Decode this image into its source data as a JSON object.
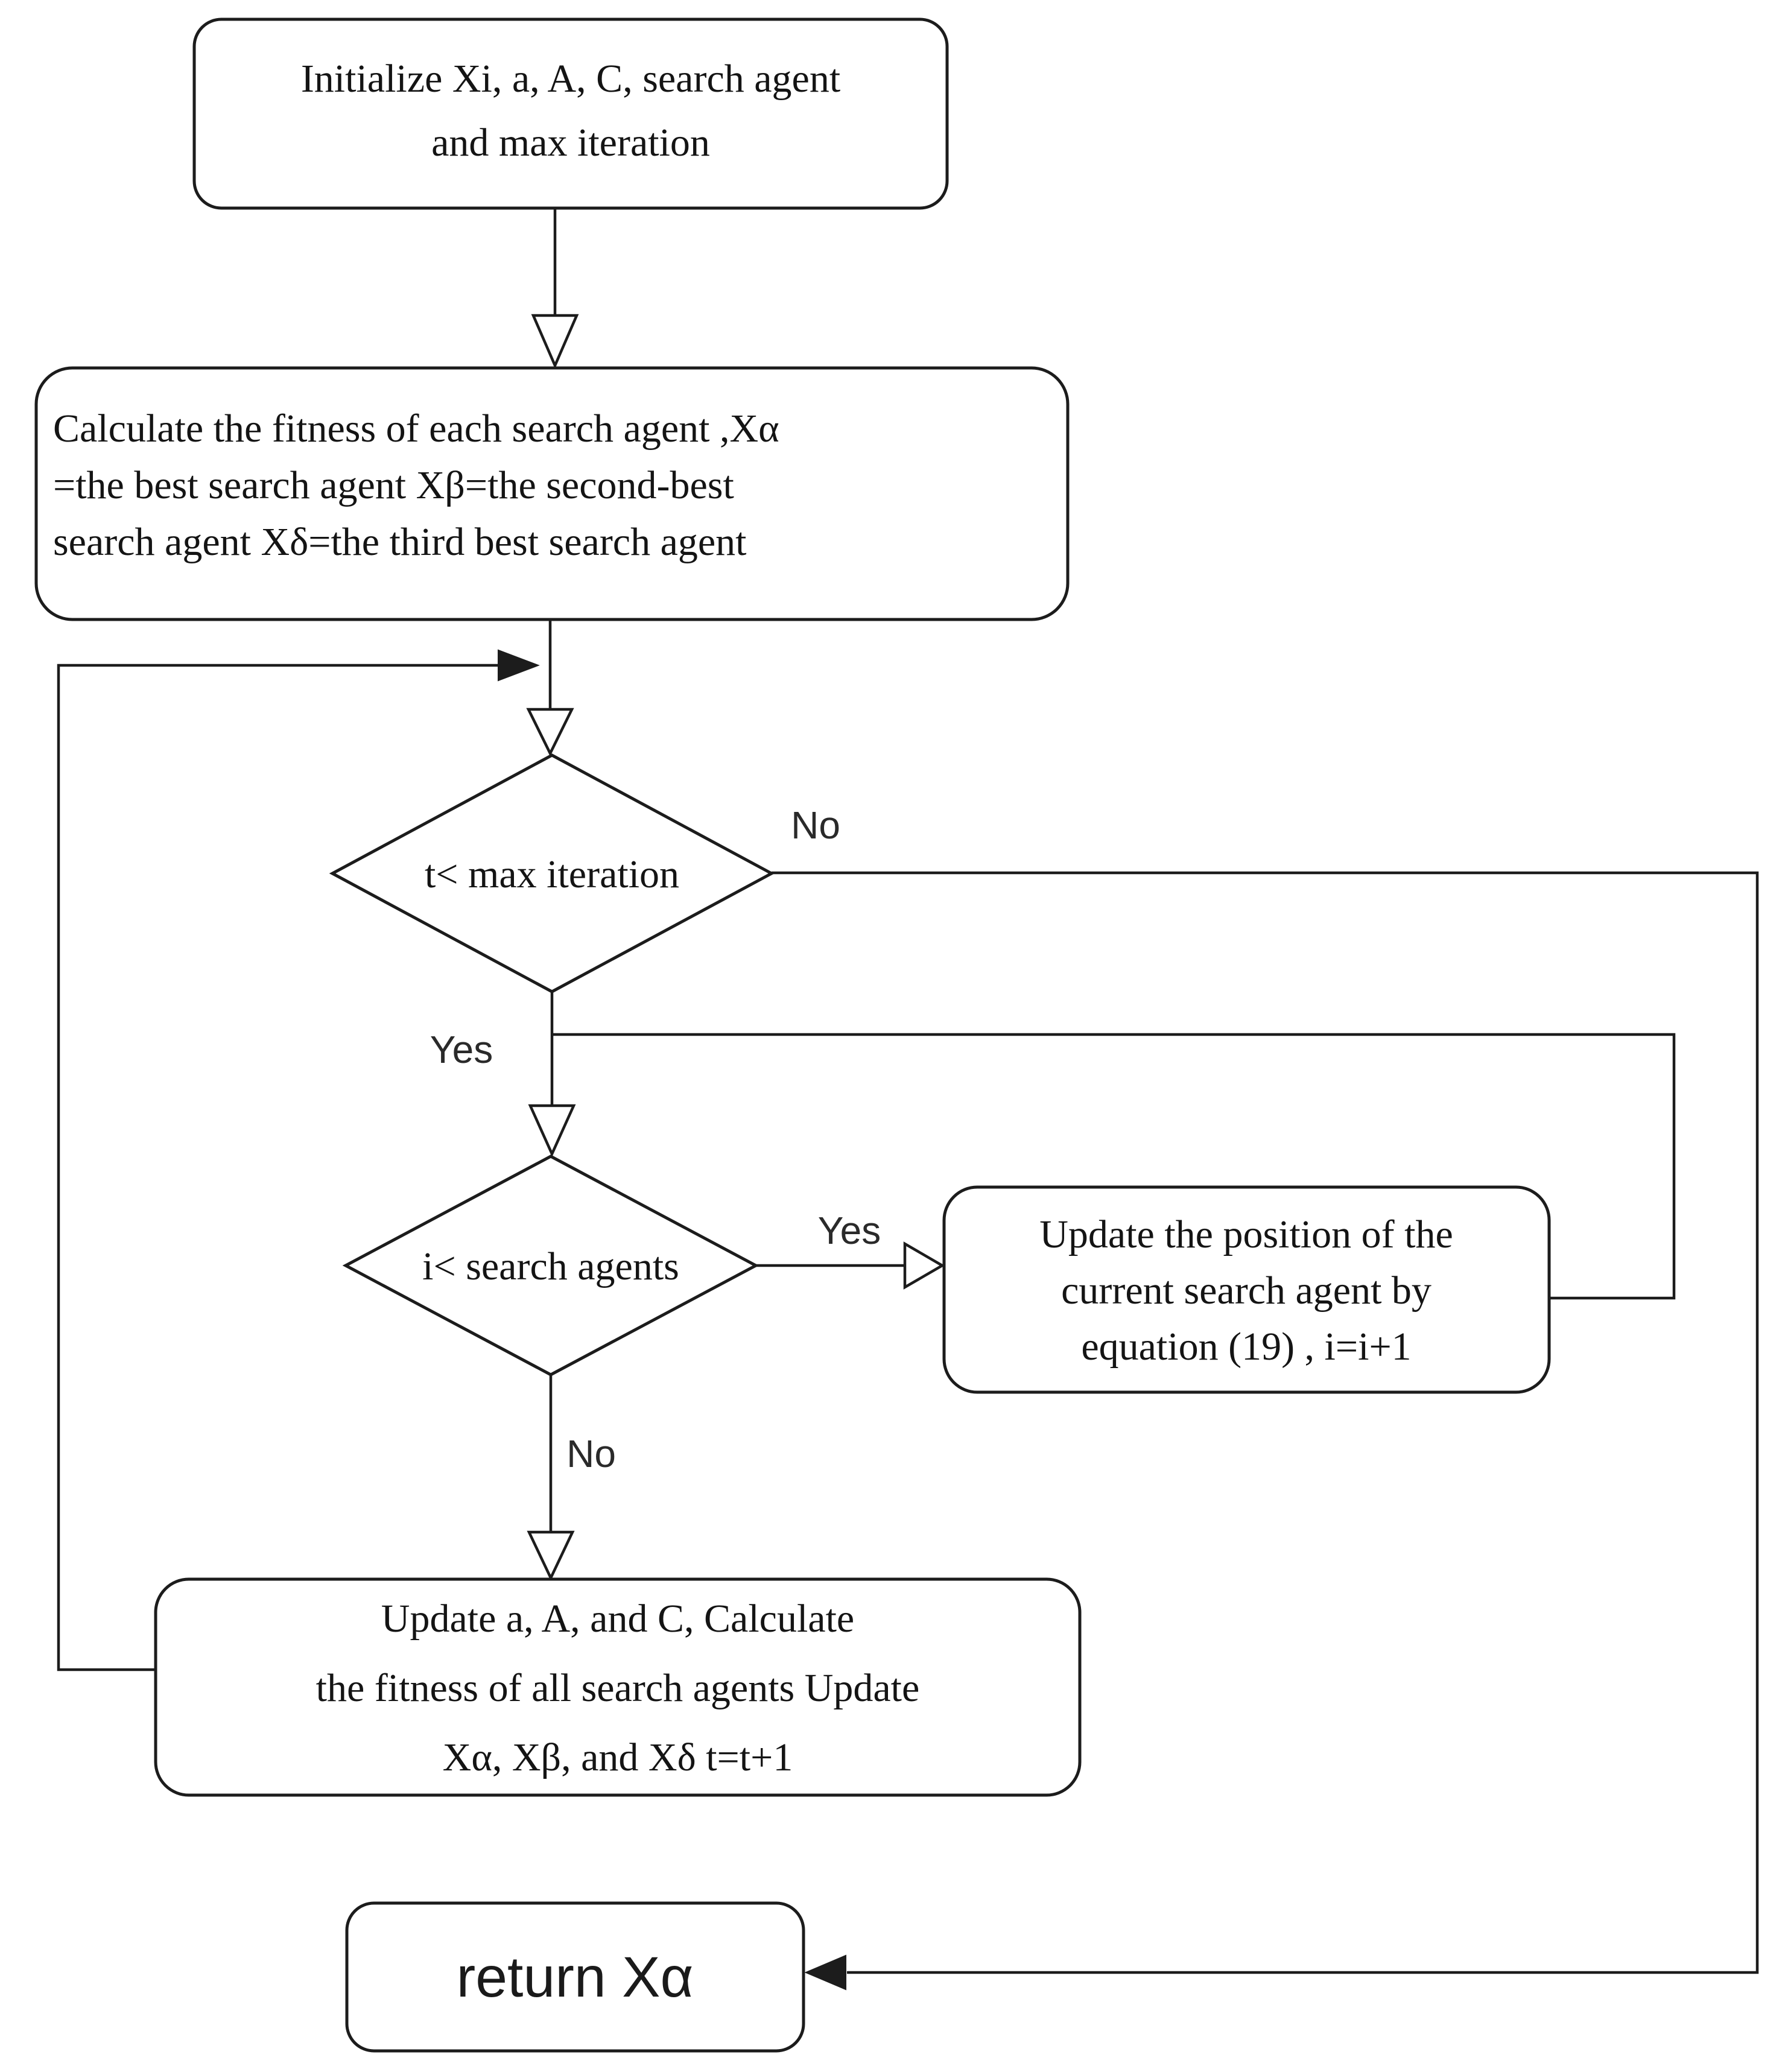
{
  "nodes": {
    "init": {
      "lines": [
        "Initialize Xi, a, A, C, search agent",
        "and max iteration"
      ]
    },
    "calc_fitness": {
      "lines": [
        "Calculate the fitness of each search agent  ,Xα",
        "=the best search agent  Xβ=the second-best",
        "search agent   Xδ=the third best search agent"
      ]
    },
    "max_iter_decision": {
      "label": "t< max iteration"
    },
    "search_agents_decision": {
      "label": "i< search agents"
    },
    "update_position": {
      "lines": [
        "Update the position of the",
        "current search agent by",
        "equation (19) , i=i+1"
      ]
    },
    "update_params": {
      "lines": [
        "Update a, A, and C,  Calculate",
        "the fitness of all search agents  Update",
        "Xα, Xβ, and Xδ  t=t+1"
      ]
    },
    "return_box": {
      "label": "return Xα"
    }
  },
  "edge_labels": {
    "max_iter_no": "No",
    "max_iter_yes": "Yes",
    "search_agents_yes": "Yes",
    "search_agents_no": "No"
  },
  "colors": {
    "stroke": "#1c1c1c",
    "node_fill": "#ffffff",
    "background": "#ffffff",
    "text": "#141414"
  }
}
